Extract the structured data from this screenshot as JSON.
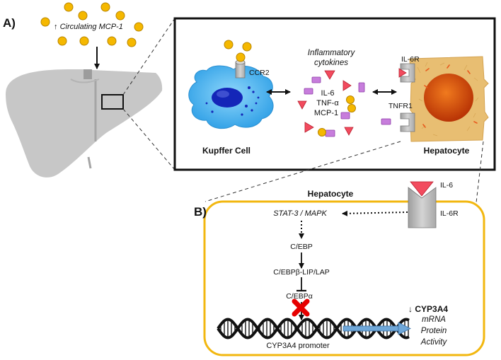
{
  "panel_a": {
    "label": "A)",
    "circulating_arrow": "↑",
    "circulating_text": "Circulating MCP-1",
    "receptor_kupffer": "CCR2",
    "kupffer_label": "Kupffer Cell",
    "hepatocyte_label": "Hepatocyte",
    "cytokines_title_1": "Inflammatory",
    "cytokines_title_2": "cytokines",
    "cytokine_list": [
      "IL-6",
      "TNF-α",
      "MCP-1"
    ],
    "receptor_il6r": "IL-6R",
    "receptor_tnfr1": "TNFR1"
  },
  "panel_b": {
    "label": "B)",
    "title": "Hepatocyte",
    "ligand": "IL-6",
    "receptor": "IL-6R",
    "pathway": [
      "STAT-3 / MAPK",
      "C/EBP",
      "C/EBPβ-LIP/LAP",
      "C/EBPα"
    ],
    "promoter_label": "CYP3A4 promoter",
    "effect_arrow": "↓",
    "effect_gene": "CYP3A4",
    "effect_items": [
      "mRNA",
      "Protein",
      "Activity"
    ]
  },
  "colors": {
    "mcp1_dot": "#F5B800",
    "cytokine_triangle": "#F24B5E",
    "cytokine_rect": "#C77DDC",
    "kupffer": "#3DB5F2",
    "kupffer_nucleus": "#1426B8",
    "hepatocyte": "#E8BE72",
    "hepatocyte_nucleus": "#E2550E",
    "border_b": "#F2B70F",
    "inhibit_x": "#E60000",
    "promoter_arrow": "#6FA7D8",
    "receptor": "#B8B8B8",
    "liver": "#C8C8C8"
  }
}
